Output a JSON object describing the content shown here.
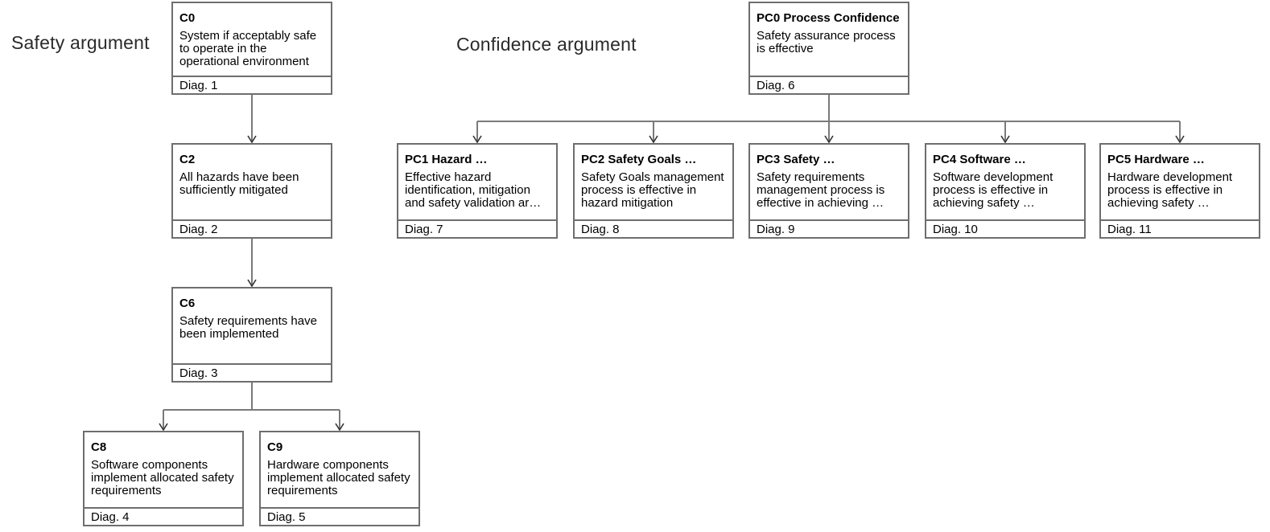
{
  "diagram": {
    "section_labels": {
      "safety": "Safety argument",
      "confidence": "Confidence argument"
    },
    "nodes": {
      "c0": {
        "title": "C0",
        "body": "System if acceptably safe to operate in the operational environment",
        "footer": "Diag. 1"
      },
      "c2": {
        "title": "C2",
        "body": "All hazards have been sufficiently mitigated",
        "footer": "Diag. 2"
      },
      "c6": {
        "title": "C6",
        "body": "Safety requirements have been implemented",
        "footer": "Diag. 3"
      },
      "c8": {
        "title": "C8",
        "body": "Software components implement allocated safety requirements",
        "footer": "Diag. 4"
      },
      "c9": {
        "title": "C9",
        "body": "Hardware components implement allocated safety requirements",
        "footer": "Diag. 5"
      },
      "pc0": {
        "title": "PC0 Process Confidence",
        "body": "Safety assurance process is effective",
        "footer": "Diag. 6"
      },
      "pc1": {
        "title": "PC1 Hazard …",
        "body": "Effective hazard identification, mitigation and safety validation ar…",
        "footer": "Diag. 7"
      },
      "pc2": {
        "title": "PC2 Safety Goals …",
        "body": "Safety Goals management process is effective in hazard mitigation",
        "footer": "Diag. 8"
      },
      "pc3": {
        "title": "PC3 Safety …",
        "body": "Safety requirements management process is effective in achieving …",
        "footer": "Diag. 9"
      },
      "pc4": {
        "title": "PC4 Software …",
        "body": "Software development process is effective in achieving safety …",
        "footer": "Diag. 10"
      },
      "pc5": {
        "title": "PC5 Hardware …",
        "body": "Hardware development process is effective in achieving safety …",
        "footer": "Diag. 11"
      }
    },
    "colors": {
      "node_border": "#6e6e6e",
      "connector": "#7a7a7a",
      "arrowhead": "#333333",
      "text": "#000000",
      "background": "#ffffff"
    }
  }
}
